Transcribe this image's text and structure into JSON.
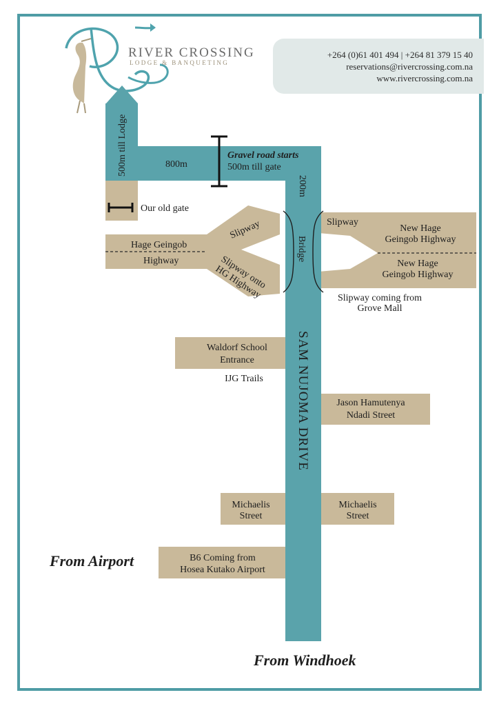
{
  "brand": {
    "name": "RIVER CROSSING",
    "sub": "LODGE & BANQUETING"
  },
  "contact": {
    "phones": "+264 (0)61 401 494  | +264 81 379 15 40",
    "email": "reservations@rivercrossing.com.na",
    "web": "www.rivercrossing.com.na"
  },
  "labels": {
    "till_lodge": "500m till Lodge",
    "eight_hundred": "800m",
    "gravel_title": "Gravel road starts",
    "gravel_sub": "500m till gate",
    "two_hundred": "200m",
    "old_gate": "Our old gate",
    "slipway_left_top": "Slipway",
    "hage_left_top": "Hage Geingob",
    "hage_left_bottom": "Highway",
    "slipway_onto_1": "Slipway onto",
    "slipway_onto_2": "HG Highway",
    "bridge": "Bridge",
    "slipway_right": "Slipway",
    "new_hage_top_1": "New Hage",
    "new_hage_top_2": "Geingob Highway",
    "new_hage_bottom_1": "New Hage",
    "new_hage_bottom_2": "Geingob Highway",
    "grove_1": "Slipway coming from",
    "grove_2": "Grove Mall",
    "waldorf_1": "Waldorf School",
    "waldorf_2": "Entrance",
    "ijg": "IJG Trails",
    "sam_nujoma": "SAM NUJOMA DRIVE",
    "jason_1": "Jason Hamutenya",
    "jason_2": "Ndadi Street",
    "mich_left_1": "Michaelis",
    "mich_left_2": "Street",
    "mich_right_1": "Michaelis",
    "mich_right_2": "Street",
    "from_airport": "From Airport",
    "b6_1": "B6 Coming from",
    "b6_2": "Hosea Kutako Airport",
    "from_windhoek": "From Windhoek"
  },
  "colors": {
    "teal": "#5aa3ab",
    "tan": "#c9b99a",
    "border": "#4f9ca5",
    "contact_box": "#e1e9e8"
  }
}
